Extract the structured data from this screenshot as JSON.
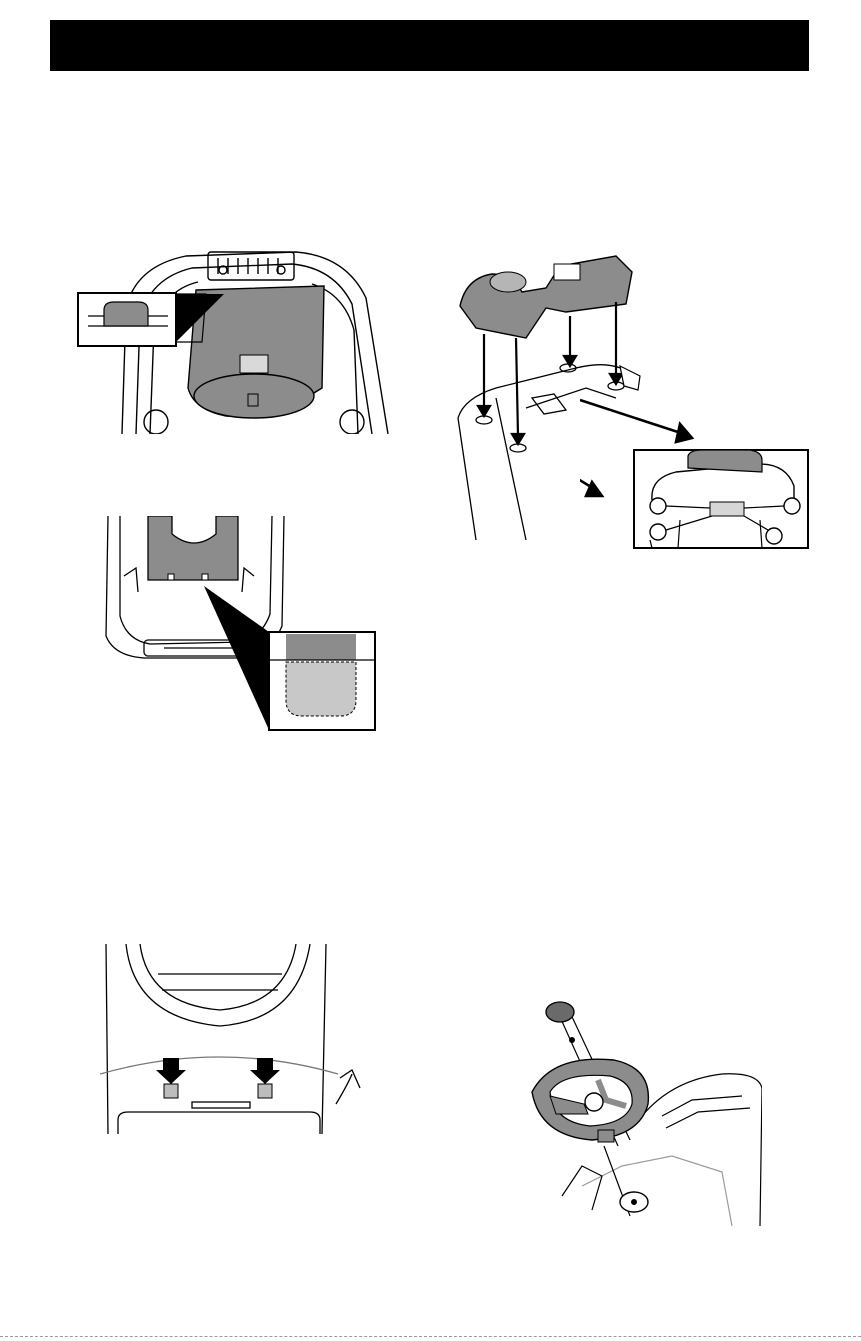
{
  "page": {
    "header_bar_color": "#000000",
    "background_color": "#ffffff"
  },
  "figures": [
    {
      "id": "fig-battery-cover-top",
      "icon": "battery-cover-top-view-illustration"
    },
    {
      "id": "fig-seat-pan-rear",
      "icon": "seat-pan-rear-tab-illustration"
    },
    {
      "id": "fig-seat-attach-arrows",
      "icon": "seat-alignment-arrows-illustration"
    },
    {
      "id": "fig-body-mount-callout",
      "icon": "body-mount-screws-callout-illustration"
    },
    {
      "id": "fig-steering-wheel",
      "icon": "steering-wheel-installation-illustration"
    }
  ],
  "colors": {
    "part_fill": "#8c8c8c",
    "callout_light": "#c8c8c8",
    "line": "#000000",
    "faint_line": "#9b9b9b"
  }
}
